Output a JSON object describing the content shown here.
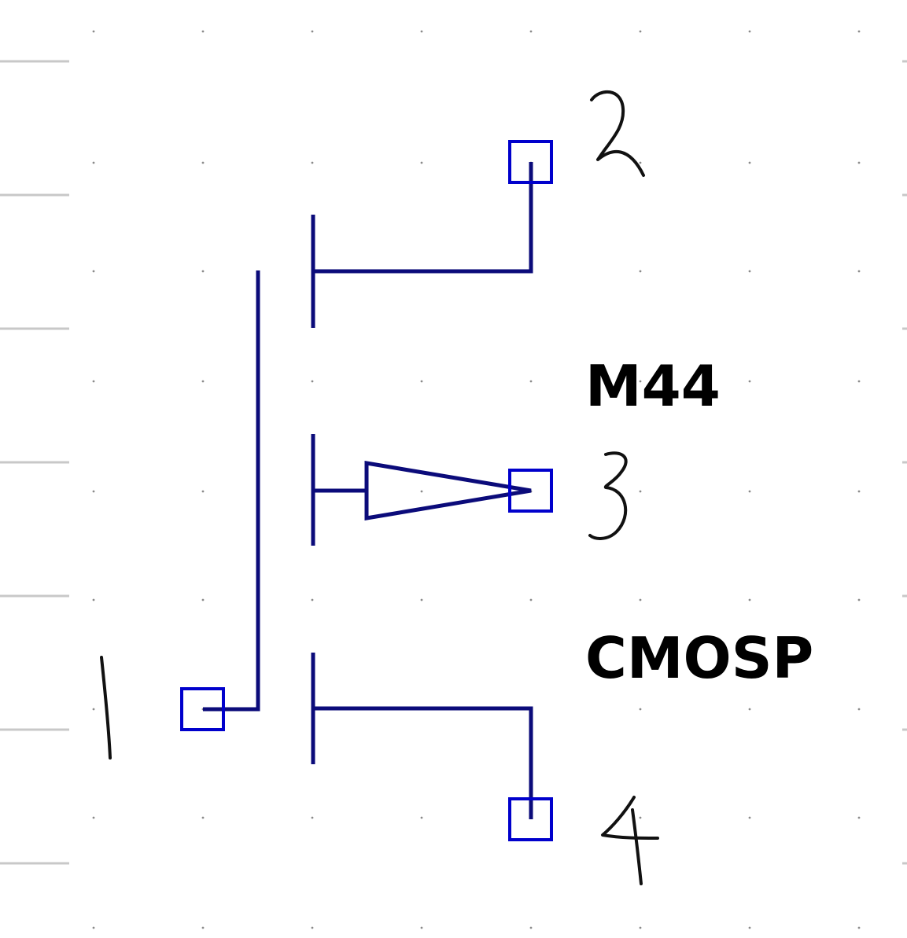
{
  "schematic": {
    "component": {
      "reference": "M44",
      "value": "CMOSP",
      "symbol": "p-channel-mosfet-4-terminal"
    },
    "pins": [
      {
        "id": "pin-1",
        "handwritten_label": "1",
        "role": "gate"
      },
      {
        "id": "pin-2",
        "handwritten_label": "2",
        "role": "top-terminal"
      },
      {
        "id": "pin-3",
        "handwritten_label": "3",
        "role": "body"
      },
      {
        "id": "pin-4",
        "handwritten_label": "4",
        "role": "bottom-terminal"
      }
    ],
    "colors": {
      "wire": "#0b0b7a",
      "pin_box": "#0000cc",
      "grid_dot": "#8a8a8a",
      "margin_line": "#c8c8c8",
      "label_text": "#000000",
      "background": "#ffffff"
    }
  }
}
